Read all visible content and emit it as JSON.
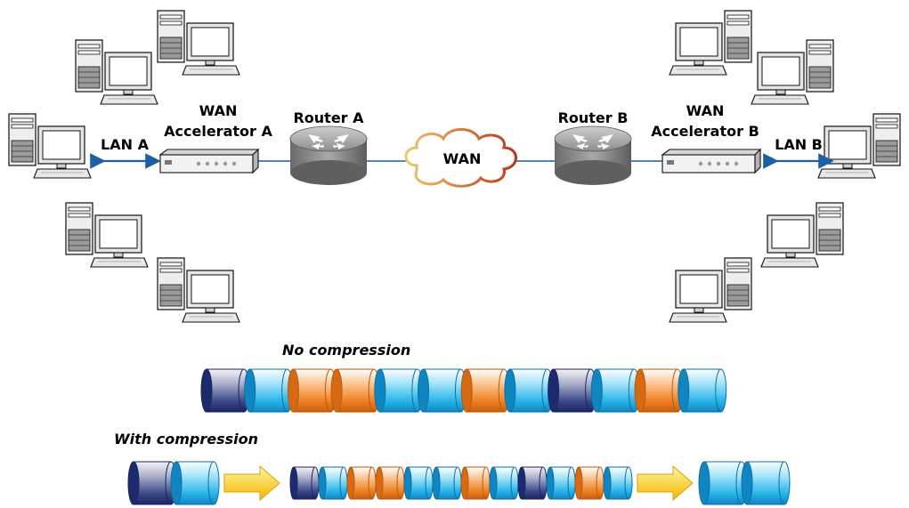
{
  "labels": {
    "lan_a": "LAN A",
    "lan_b": "LAN B",
    "wan_accel_a_line1": "WAN",
    "wan_accel_a_line2": "Accelerator A",
    "wan_accel_b_line1": "WAN",
    "wan_accel_b_line2": "Accelerator B",
    "router_a": "Router A",
    "router_b": "Router B",
    "wan": "WAN",
    "no_compression": "No compression",
    "with_compression": "With compression"
  },
  "colors": {
    "dark_blue": "#24347a",
    "light_blue": "#28b6ea",
    "orange": "#f07f22",
    "arrow_yellow": "#ffd21a",
    "link_blue": "#1c5fa3"
  },
  "no_compression_packets": [
    "dark",
    "light",
    "orange",
    "orange",
    "light",
    "light",
    "orange",
    "light",
    "dark",
    "light",
    "orange",
    "light"
  ],
  "compressed_packets": [
    "dark",
    "light",
    "orange",
    "orange",
    "light",
    "light",
    "orange",
    "light",
    "dark",
    "light",
    "orange",
    "light"
  ],
  "input_packets": [
    "dark",
    "light"
  ],
  "output_packets": [
    "light",
    "light"
  ]
}
